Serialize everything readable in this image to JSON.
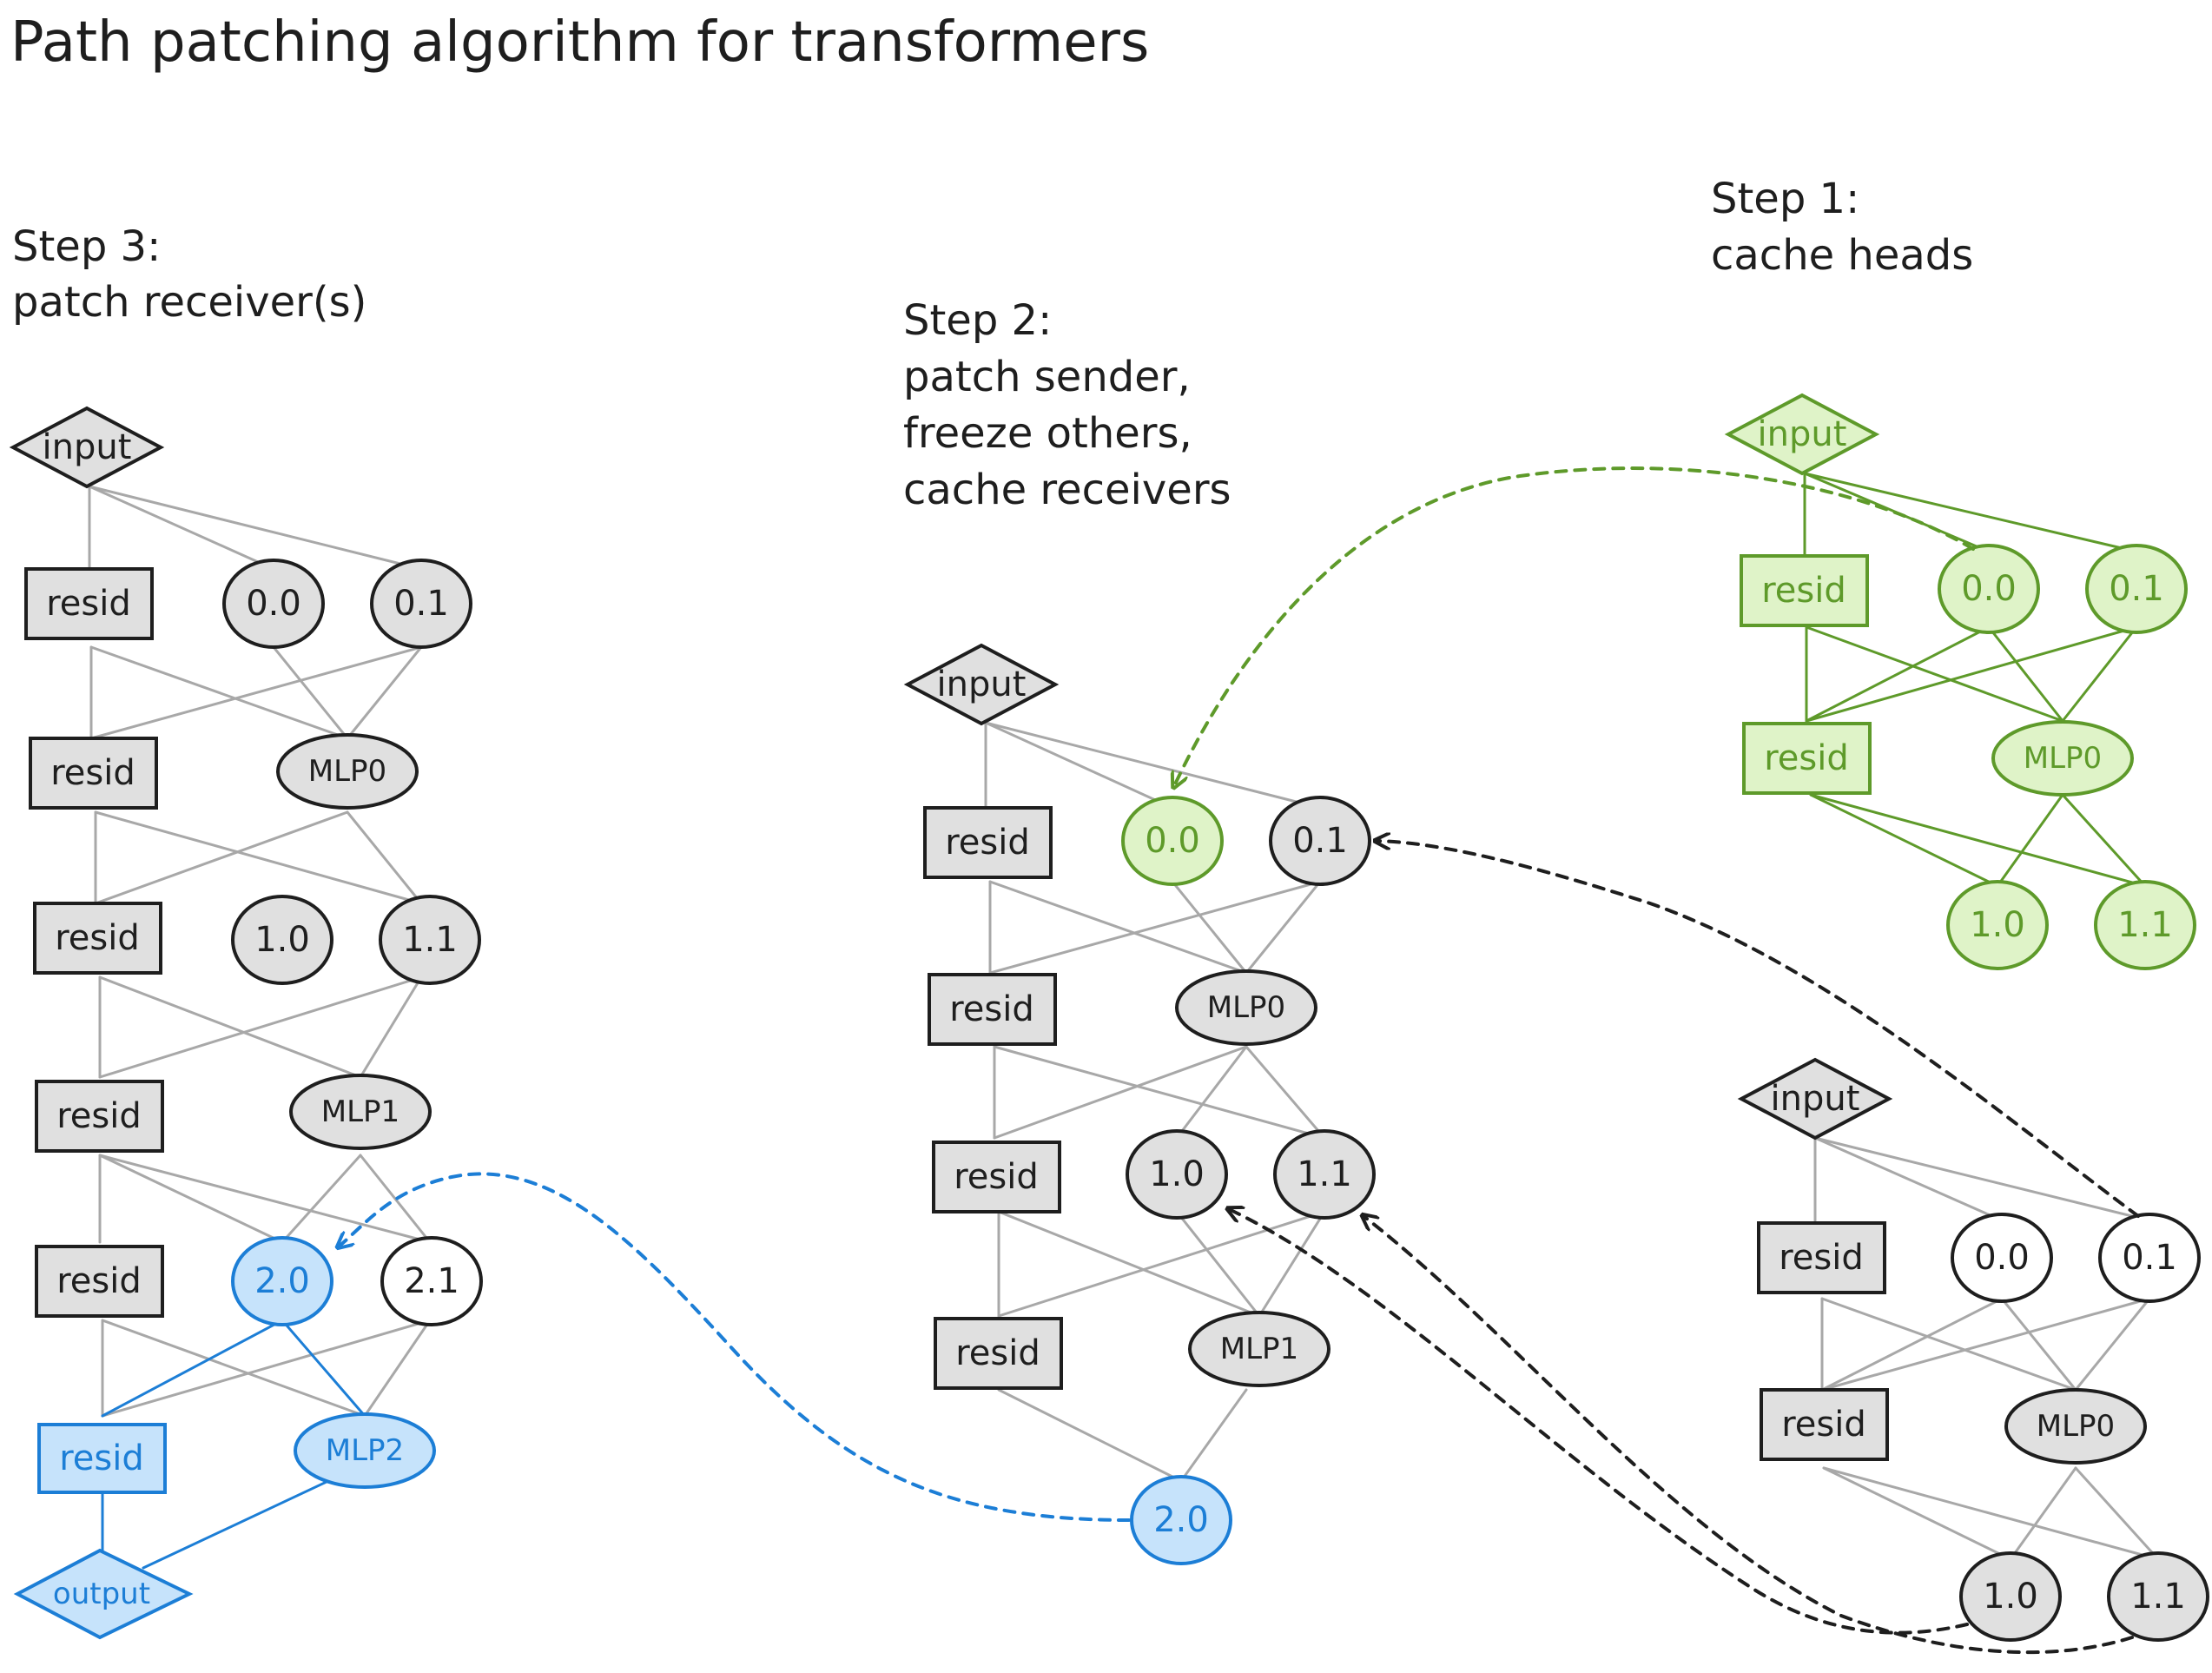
{
  "title": "Path patching algorithm for transformers",
  "steps": {
    "step1": {
      "heading": "Step 1:",
      "lines": [
        "cache heads"
      ]
    },
    "step2": {
      "heading": "Step 2:",
      "lines": [
        "patch sender,",
        "freeze others,",
        "cache receivers"
      ]
    },
    "step3": {
      "heading": "Step 3:",
      "lines": [
        "patch receiver(s)"
      ]
    }
  },
  "labels": {
    "input": "input",
    "output": "output",
    "resid": "resid",
    "h00": "0.0",
    "h01": "0.1",
    "mlp0": "MLP0",
    "h10": "1.0",
    "h11": "1.1",
    "mlp1": "MLP1",
    "h20": "2.0",
    "h21": "2.1",
    "mlp2": "MLP2"
  },
  "colors": {
    "node_fill": "#e0e0e0",
    "node_stroke": "#1e1e1e",
    "edge_gray": "#a8a8a8",
    "cached_green_stroke": "#5e9a2a",
    "cached_green_fill": "#dff3c8",
    "patched_blue_stroke": "#1c7ed6",
    "patched_blue_fill": "#c6e3fb"
  }
}
